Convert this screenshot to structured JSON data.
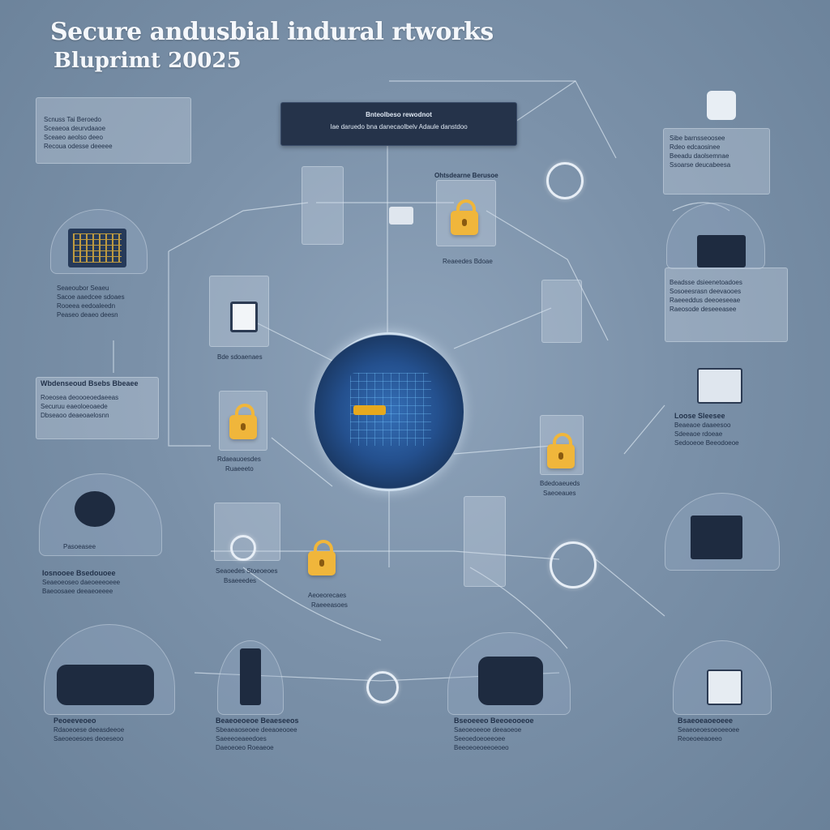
{
  "header": {
    "title": "Secure andusbial indural rtworks",
    "subtitle": "Bluprimt 20025"
  },
  "banner": {
    "line1": "Bnteolbeso rewodnot",
    "line2": "Iae daruedo bna danecaolbelv Adaule danstdoo"
  },
  "top_left_list": {
    "items": [
      "Scnuss Tai Beroedo",
      "Sceaeoa deurvdaaoe",
      "Sceaeo aeolso deeo",
      "Recoua odesse deeeee"
    ]
  },
  "top_right_block": {
    "lines": [
      "Sibe barnsseoosee",
      "Rdeo edcaosinee",
      "Beeadu daolsemnae",
      "Ssoarse deucabeesa"
    ]
  },
  "center_top_card": {
    "label": "Ohtsdearne Berusoe",
    "caption": "Reaeedes Bdoae"
  },
  "left_card_label": "Bde sdoaenaes",
  "left_block_1": {
    "lines": [
      "Seaeoubor Seaeu",
      "Sacoe aaedcee sdoaes",
      "Rooeea eedoaleedn",
      "Peaseo deaeo deesn"
    ]
  },
  "left_block_2": {
    "head": "Wbdenseoud Bsebs Bbeaee",
    "lines": [
      "Roeosea deoooeoedaeeas",
      "Securuu eaeoloeoaede",
      "Dbseaoo deaeoaelosnn"
    ]
  },
  "right_block_1": {
    "lines": [
      "Beadsse dsieenetoadoes",
      "Sosoeesrasn deevaooes",
      "Raeeeddus deeoeseeae",
      "Raeosode deseeeasee"
    ]
  },
  "right_block_2": {
    "head": "Loose Sleesee",
    "lines": [
      "Beaeaoe daaeesoo",
      "Sdeeaoe rdoeae",
      "Sedooeoe Beeodoeoe"
    ]
  },
  "center_left_card": {
    "caption": "Rdaeauoesdes",
    "sub": "Ruaeeeto"
  },
  "center_right_card": {
    "caption": "Bdedoaeueds",
    "sub": "Saeoeaues"
  },
  "center_bottom_left": {
    "caption": "Seaoedes Stoeoeoes",
    "sub": "Bsaeeedes"
  },
  "center_bottom": {
    "caption": "Aeoeorecaes",
    "sub": "Raeeeasoes"
  },
  "bottom_blocks": [
    {
      "head": "Iosnooee Bsedouoee",
      "lines": [
        "Seaeoeoseo daeoeeeoeee",
        "Baeoosaee deeaeoeeee"
      ]
    },
    {
      "head": "Peoeeveoeo",
      "lines": [
        "Rdaoeoese deeasdeeoe",
        "Saeoeoesoes deoeseoo"
      ]
    },
    {
      "head": "Beaeoeoeoe Beaeseeos",
      "lines": [
        "Sbeaeaoseoee deeaoeooee",
        "Saeeeoeaeedoes",
        "Daeoeoeo Roeaeoe"
      ]
    },
    {
      "head": "Bseoeeeo Beeoeooeoe",
      "lines": [
        "Saeoeoeeoe deeaoeoe",
        "Seeoedoeoeeoee",
        "Beeoeoeoeeoeoeo"
      ]
    },
    {
      "head": "Bsaeoeaoeoeee",
      "lines": [
        "Seaeoeoesoeoeeoee",
        "Reoeoeeaoeeo"
      ]
    }
  ],
  "far_left_caption": "Pasoeasee",
  "icons": {
    "padlocks": [
      "padlock-icon"
    ],
    "rings": [
      "security-ring-icon"
    ]
  },
  "colors": {
    "background": "#7b91a9",
    "lock": "#f0b63b",
    "core": "#24508e",
    "banner": "#25334a"
  }
}
